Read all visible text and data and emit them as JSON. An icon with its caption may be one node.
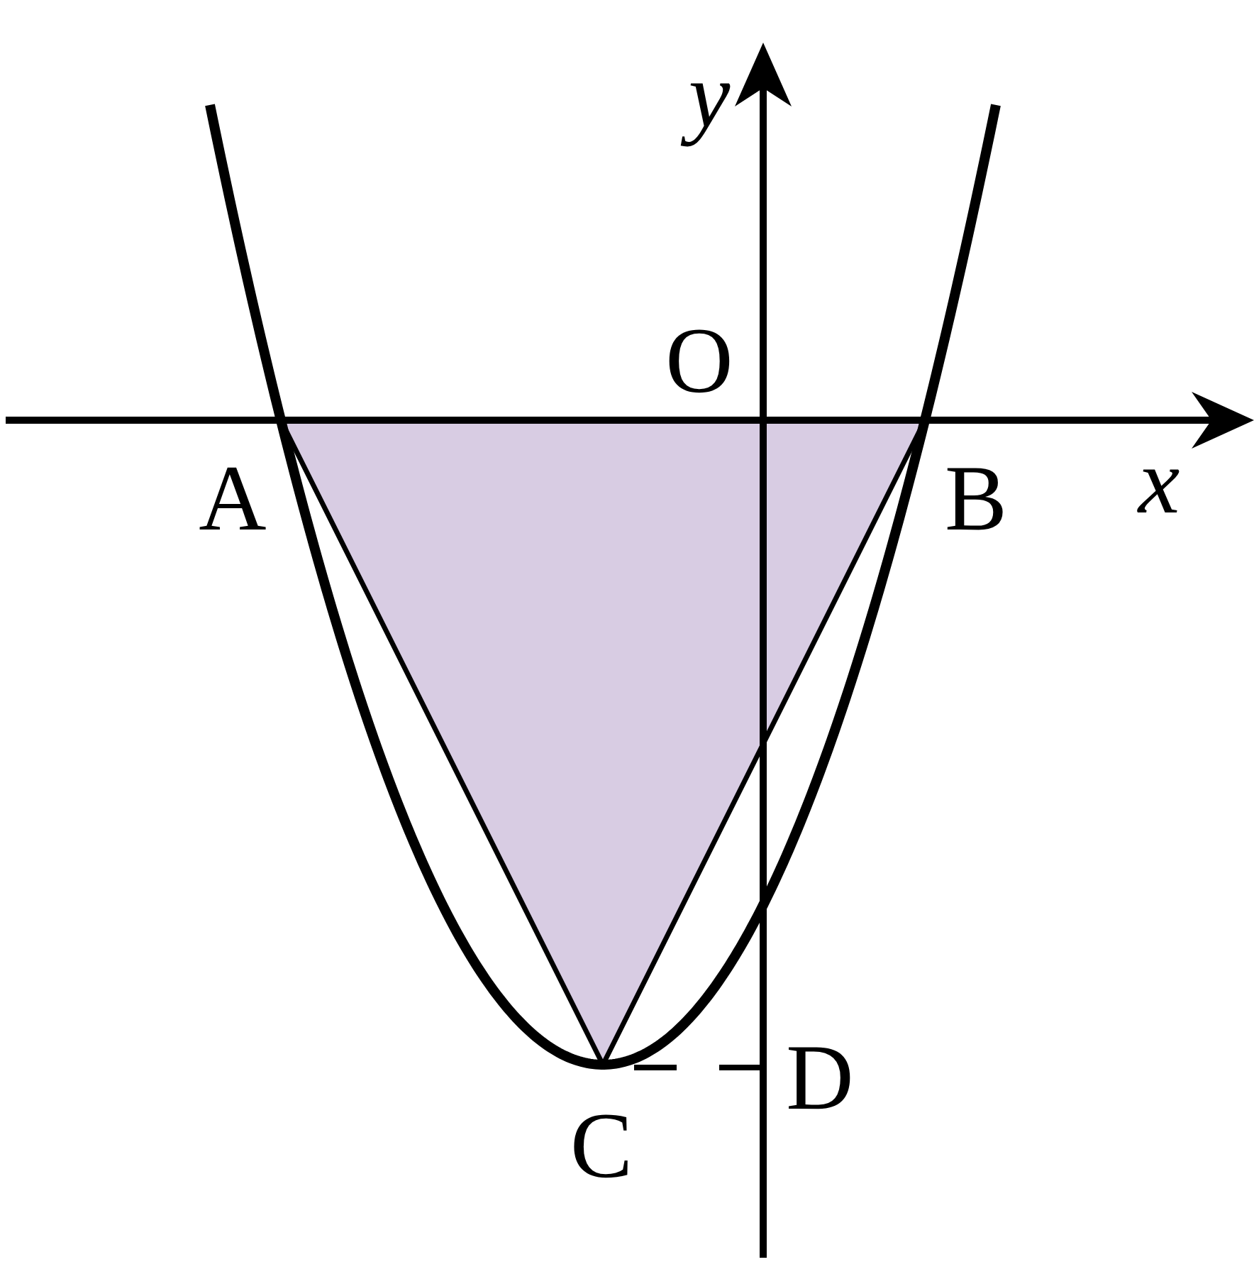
{
  "diagram": {
    "labels": [
      "y",
      "O",
      "A",
      "B",
      "x",
      "C",
      "D"
    ]
  }
}
